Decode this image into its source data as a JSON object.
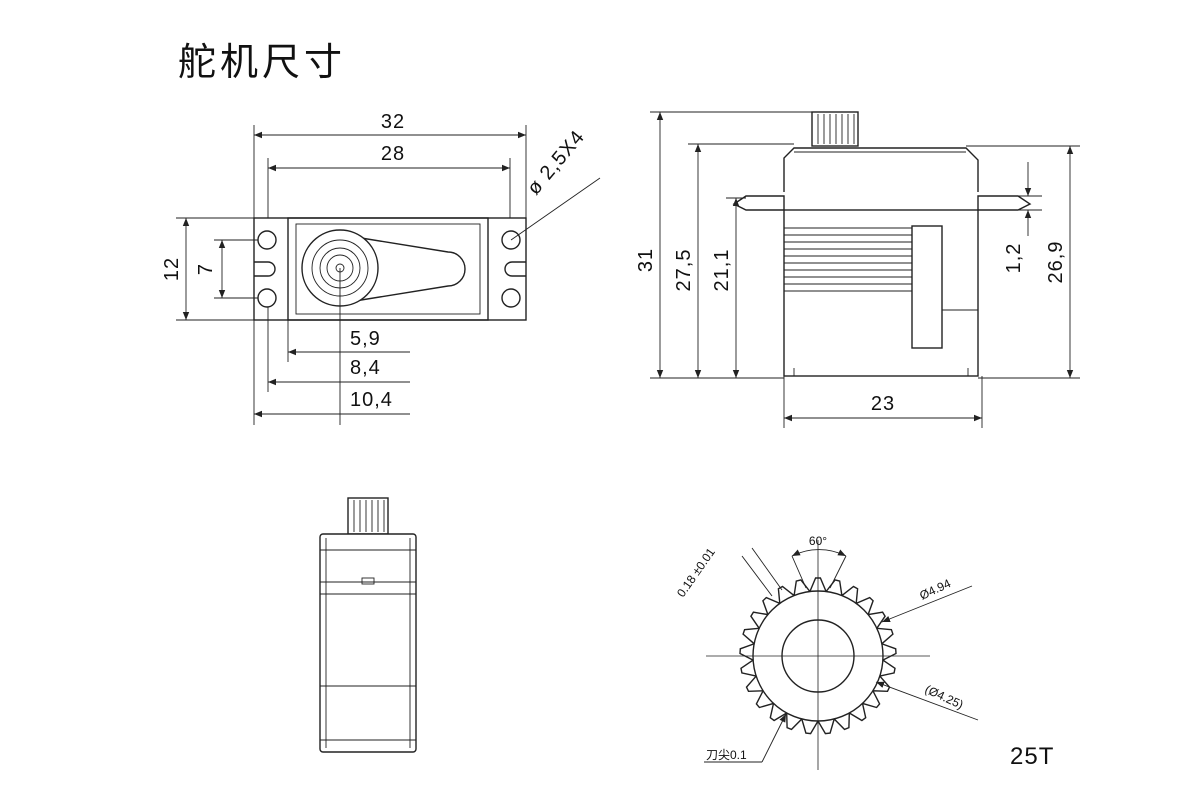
{
  "title": "舵机尺寸",
  "top_view": {
    "width_outer": "32",
    "width_holes": "28",
    "hole_spec": "ø 2,5X4",
    "height": "12",
    "hole_spacing": "7",
    "offset_1": "5,9",
    "offset_2": "8,4",
    "offset_3": "10,4"
  },
  "side_view": {
    "total_height": "31",
    "body_height": "27,5",
    "mount_height": "21,1",
    "flange_thickness": "1,2",
    "case_height": "26,9",
    "width": "23"
  },
  "gear": {
    "angle": "60°",
    "tooth_width": "0.18 ±0.01",
    "outer_diameter": "Ø4.94",
    "root_diameter": "(Ø4.25)",
    "tip": "刀尖0.1",
    "teeth": "25T"
  }
}
